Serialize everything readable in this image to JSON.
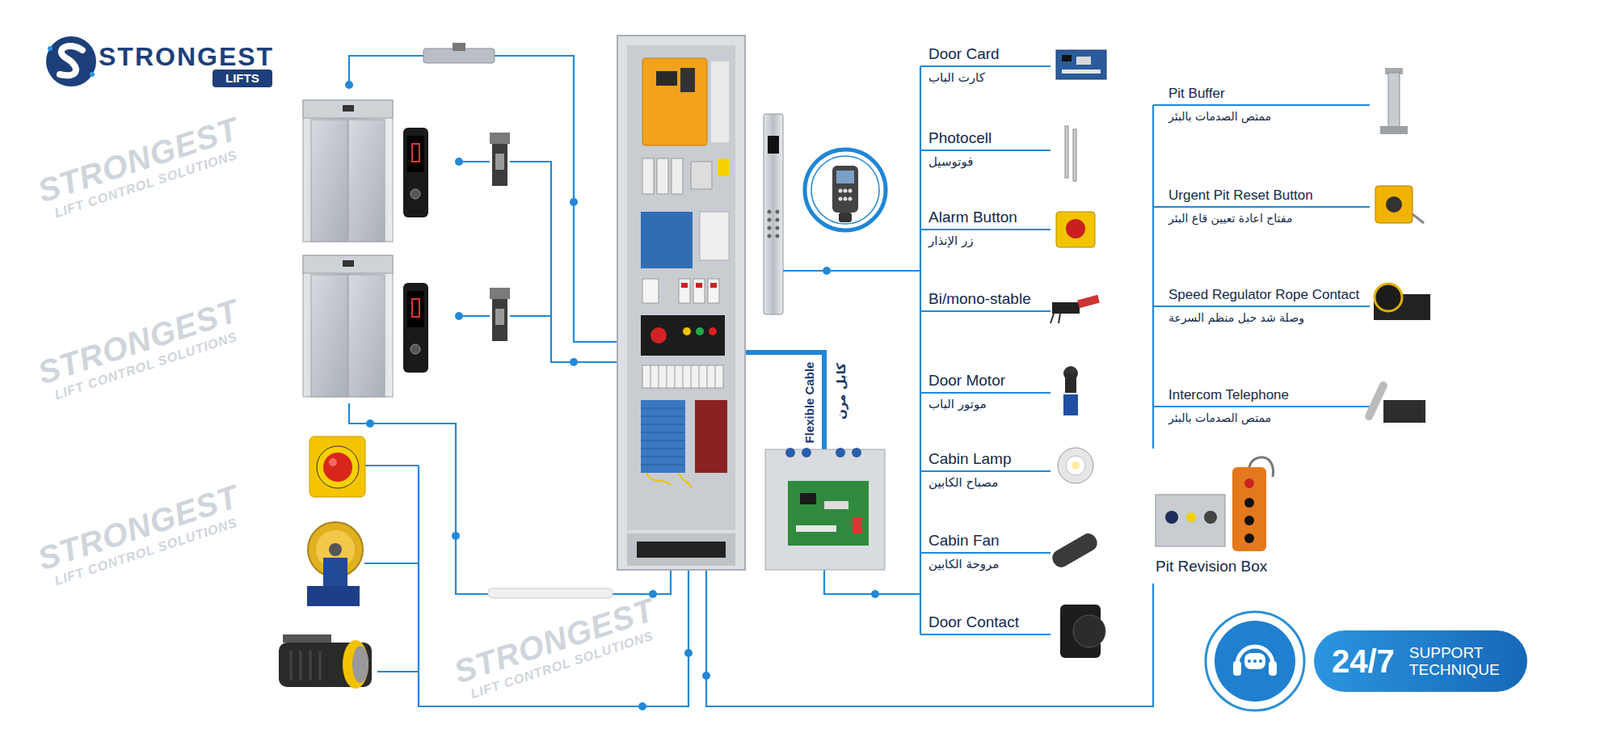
{
  "diagram": {
    "nodes": [
      {
        "text": [
          "Door Card",
          "كارت الباب"
        ]
      },
      {
        "text": [
          "Photocell",
          "فوتوسيل"
        ]
      },
      {
        "text": [
          "Alarm Button",
          "زر الإنذار"
        ]
      },
      {
        "text": [
          "Bi/mono-stable"
        ]
      },
      {
        "text": [
          "Door Motor",
          "موتور الباب"
        ]
      },
      {
        "text": [
          "Cabin Lamp",
          "مصباح الكابين"
        ]
      },
      {
        "text": [
          "Cabin Fan",
          "مروحة الكابين"
        ]
      },
      {
        "text": [
          "Door Contact"
        ]
      },
      {
        "text": [
          "Pit Buffer",
          "ممتص الصدمات بالبئر"
        ]
      },
      {
        "text": [
          "Urgent Pit Reset Button",
          "مفتاح اعادة تعيين قاع البئر"
        ]
      },
      {
        "text": [
          "Speed Regulator Rope Contact",
          "وصلة شد حبل منظم السرعة"
        ]
      },
      {
        "text": [
          "Intercom Telephone",
          "ممتص الصدمات بالبئر"
        ]
      },
      {
        "text": [
          "Pit Revision Box"
        ]
      },
      {
        "text": [
          "24/7",
          "SUPPORT TECHNIQUE"
        ]
      }
    ],
    "labels": [
      "STRONGEST",
      "LIFTS",
      "Flexible Cable",
      "كابل مرن",
      "STRONGEST",
      "LIFT CONTROL SOLUTIONS",
      "STRONGEST",
      "LIFT CONTROL SOLUTIONS",
      "STRONGEST",
      "LIFT CONTROL SOLUTIONS",
      "STRONGEST",
      "LIFT CONTROL SOLUTIONS"
    ]
  }
}
